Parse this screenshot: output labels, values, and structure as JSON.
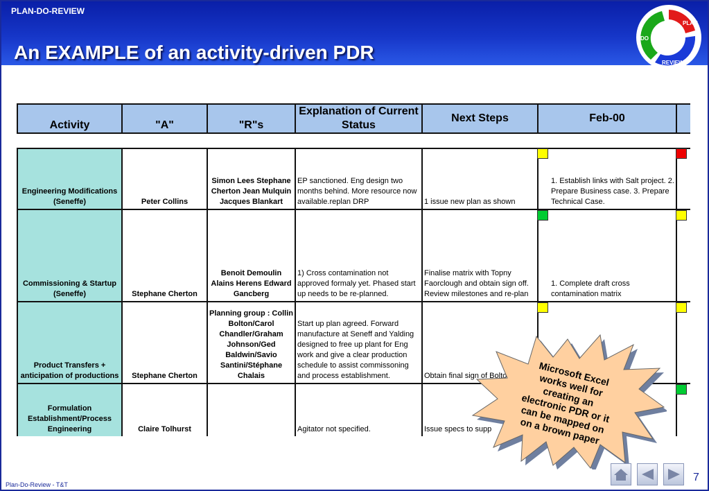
{
  "header": {
    "kicker": "PLAN-DO-REVIEW",
    "title": "An EXAMPLE of an activity-driven PDR"
  },
  "logo": {
    "plan": "PLAN",
    "do": "DO",
    "review": "REVIEW"
  },
  "table": {
    "headers": [
      "Activity",
      "\"A\"",
      "\"R\"s",
      "Explanation of Current Status",
      "Next Steps",
      "Feb-00"
    ],
    "rows": [
      {
        "activity": "Engineering Modifications (Seneffe)",
        "a": "Peter Collins",
        "r": "Simon Lees Stephane Cherton Jean Mulquin Jacques Blankart",
        "status": "EP  sanctioned. Eng design two months behind.  More resource now available.replan DRP",
        "next": "1 issue new plan as shown",
        "feb": "1. Establish links with Salt project. 2. Prepare Business case. 3. Prepare Technical Case."
      },
      {
        "activity": "Commissioning & Startup (Seneffe)",
        "a": "Stephane Cherton",
        "r": "Benoit Demoulin Alains Herens Edward Gancberg",
        "status": "1) Cross contamination not approved formaly yet. Phased start up needs to be re-planned.",
        "next": "Finalise matrix with Topny Faorclough and obtain sign off. Review milestones and re-plan",
        "feb": "1. Complete draft cross contamination matrix"
      },
      {
        "activity": "Product Transfers + anticipation of productions",
        "a": "Stephane Cherton",
        "r": "Planning group : Collin Bolton/Carol Chandler/Graham Johnson/Ged Baldwin/Savio Santini/Stéphane Chalais",
        "status": "Start up plan agreed. Forward manufacture at Seneff and Yalding designed to free up plant for Eng work and give a clear production schedule to assist commissoning and process establishment.",
        "next": "Obtain final sign of Bolton",
        "feb": ""
      },
      {
        "activity": "Formulation Establishment/Process Engineering",
        "a": "Claire Tolhurst",
        "r": "",
        "status": "Agitator not specified.",
        "next": "Issue specs to supp",
        "feb": ""
      }
    ]
  },
  "callout": {
    "lines": [
      "Microsoft Excel",
      "works well for",
      "creating an",
      "electronic PDR or it",
      "can be mapped on",
      "on a brown paper"
    ]
  },
  "footer": {
    "text": "Plan-Do-Review - T&T",
    "page": "7"
  },
  "colors": {
    "green": "#00cc33",
    "yellow": "#ffff00",
    "red": "#ee0000",
    "header_blue": "#1636c8",
    "activity_teal": "#a6e2de",
    "callout_fill": "#ffd0a0"
  },
  "nav": [
    "home-icon",
    "previous-icon",
    "next-icon"
  ]
}
